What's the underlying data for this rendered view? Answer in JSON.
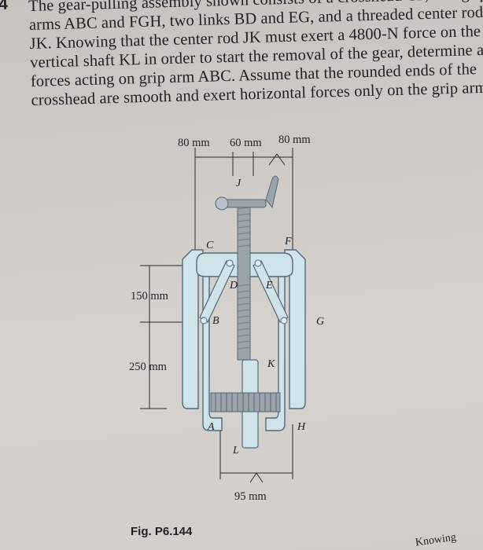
{
  "problem": {
    "number": "4",
    "lines": [
      "The gear-pulling assembly shown consists of a crosshead CF, two grip",
      "arms ABC and FGH, two links BD and EG, and a threaded center rod",
      "JK. Knowing that the center rod JK must exert a 4800-N force on the",
      "vertical shaft KL in order to start the removal of the gear, determine all",
      "forces acting on grip arm ABC. Assume that the rounded ends of the",
      "crosshead are smooth and exert horizontal forces only on the grip arms."
    ]
  },
  "figure": {
    "caption": "Fig. P6.144",
    "top_dimensions": [
      "80 mm",
      "60 mm",
      "80 mm"
    ],
    "left_dimensions": [
      "150 mm",
      "250 mm"
    ],
    "bottom_dimension": "95 mm",
    "point_labels": {
      "J": "J",
      "C": "C",
      "F": "F",
      "D": "D",
      "E": "E",
      "B": "B",
      "G": "G",
      "K": "K",
      "A": "A",
      "H": "H",
      "L": "L"
    },
    "colors": {
      "arm_fill": "#cfe3ea",
      "arm_stroke": "#55697a",
      "rod_fill": "#9aa3ab",
      "line": "#2a2a30"
    }
  },
  "page_corner_text": "Knowing"
}
